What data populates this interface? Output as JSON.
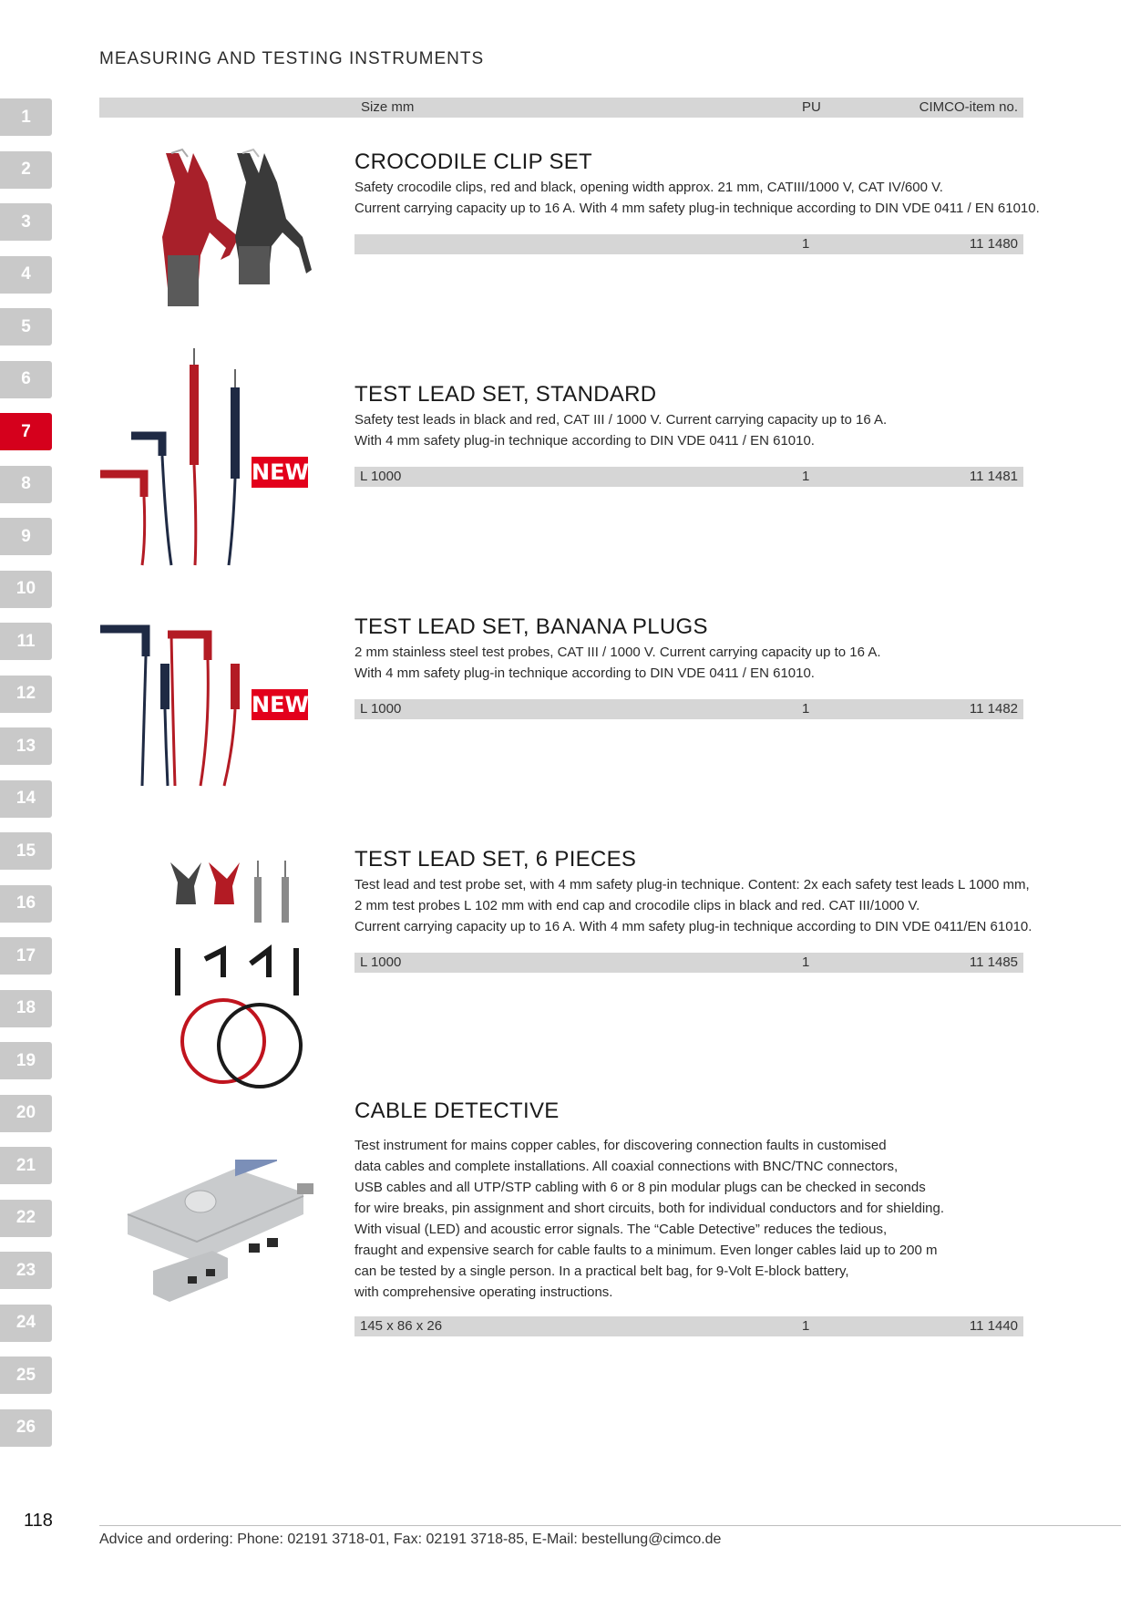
{
  "header": {
    "section_title": "MEASURING AND TESTING INSTRUMENTS"
  },
  "table_header": {
    "size": "Size mm",
    "pu": "PU",
    "item": "CIMCO-item no."
  },
  "tabs": [
    "1",
    "2",
    "3",
    "4",
    "5",
    "6",
    "7",
    "8",
    "9",
    "10",
    "11",
    "12",
    "13",
    "14",
    "15",
    "16",
    "17",
    "18",
    "19",
    "20",
    "21",
    "22",
    "23",
    "24",
    "25",
    "26"
  ],
  "active_tab": "7",
  "badge_new": "NEW!",
  "products": [
    {
      "title": "CROCODILE CLIP SET",
      "desc": [
        "Safety crocodile clips, red and black, opening width approx. 21 mm, CATIII/1000 V, CAT IV/600 V.",
        "Current carrying capacity up to 16 A. With 4 mm safety plug-in technique according to DIN VDE 0411 / EN 61010."
      ],
      "size": "",
      "pu": "1",
      "item": "11 1480"
    },
    {
      "title": "TEST LEAD SET, STANDARD",
      "desc": [
        "Safety test leads in black and red, CAT III / 1000 V. Current carrying capacity up to 16 A.",
        "With 4 mm safety plug-in technique according to DIN VDE 0411 / EN 61010."
      ],
      "size": "L 1000",
      "pu": "1",
      "item": "11 1481"
    },
    {
      "title": "TEST LEAD SET, BANANA PLUGS",
      "desc": [
        "2 mm stainless steel test probes, CAT III / 1000 V. Current carrying capacity up to 16 A.",
        "With 4 mm safety plug-in technique according to DIN VDE 0411 / EN 61010."
      ],
      "size": "L 1000",
      "pu": "1",
      "item": "11 1482"
    },
    {
      "title": "TEST LEAD SET, 6 PIECES",
      "desc": [
        "Test lead and test probe set, with 4 mm safety plug-in technique. Content: 2x each safety test leads L 1000 mm,",
        "2 mm test probes L 102 mm with end cap and crocodile clips in black and red. CAT III/1000 V.",
        "Current carrying capacity up to 16 A. With 4 mm safety plug-in technique according to DIN VDE 0411/EN 61010."
      ],
      "size": "L 1000",
      "pu": "1",
      "item": "11 1485"
    },
    {
      "title": "CABLE DETECTIVE",
      "desc": [
        "Test instrument for mains copper cables, for discovering connection faults in customised",
        "data cables and complete installations. All coaxial connections with BNC/TNC connectors,",
        "USB cables and all UTP/STP cabling with 6 or 8 pin modular plugs can be checked in seconds",
        "for wire breaks, pin assignment and short circuits, both for individual conductors and for shielding.",
        "With visual (LED) and acoustic error signals. The “Cable Detective” reduces the tedious,",
        "fraught and expensive search for cable faults to a minimum. Even longer cables laid up to 200 m",
        "can be tested by a single person. In a practical belt bag, for 9-Volt E-block battery,",
        "with comprehensive operating instructions."
      ],
      "size": "145 x 86 x 26",
      "pu": "1",
      "item": "11 1440"
    }
  ],
  "footer": {
    "page_number": "118",
    "contact": "Advice and ordering: Phone: 02191 3718-01, Fax: 02191 3718-85, E-Mail: bestellung@cimco.de"
  },
  "colors": {
    "tab_grey": "#c9c9c9",
    "tab_active": "#d5001c",
    "bar_grey": "#d6d6d6",
    "badge_red": "#e3001b"
  }
}
